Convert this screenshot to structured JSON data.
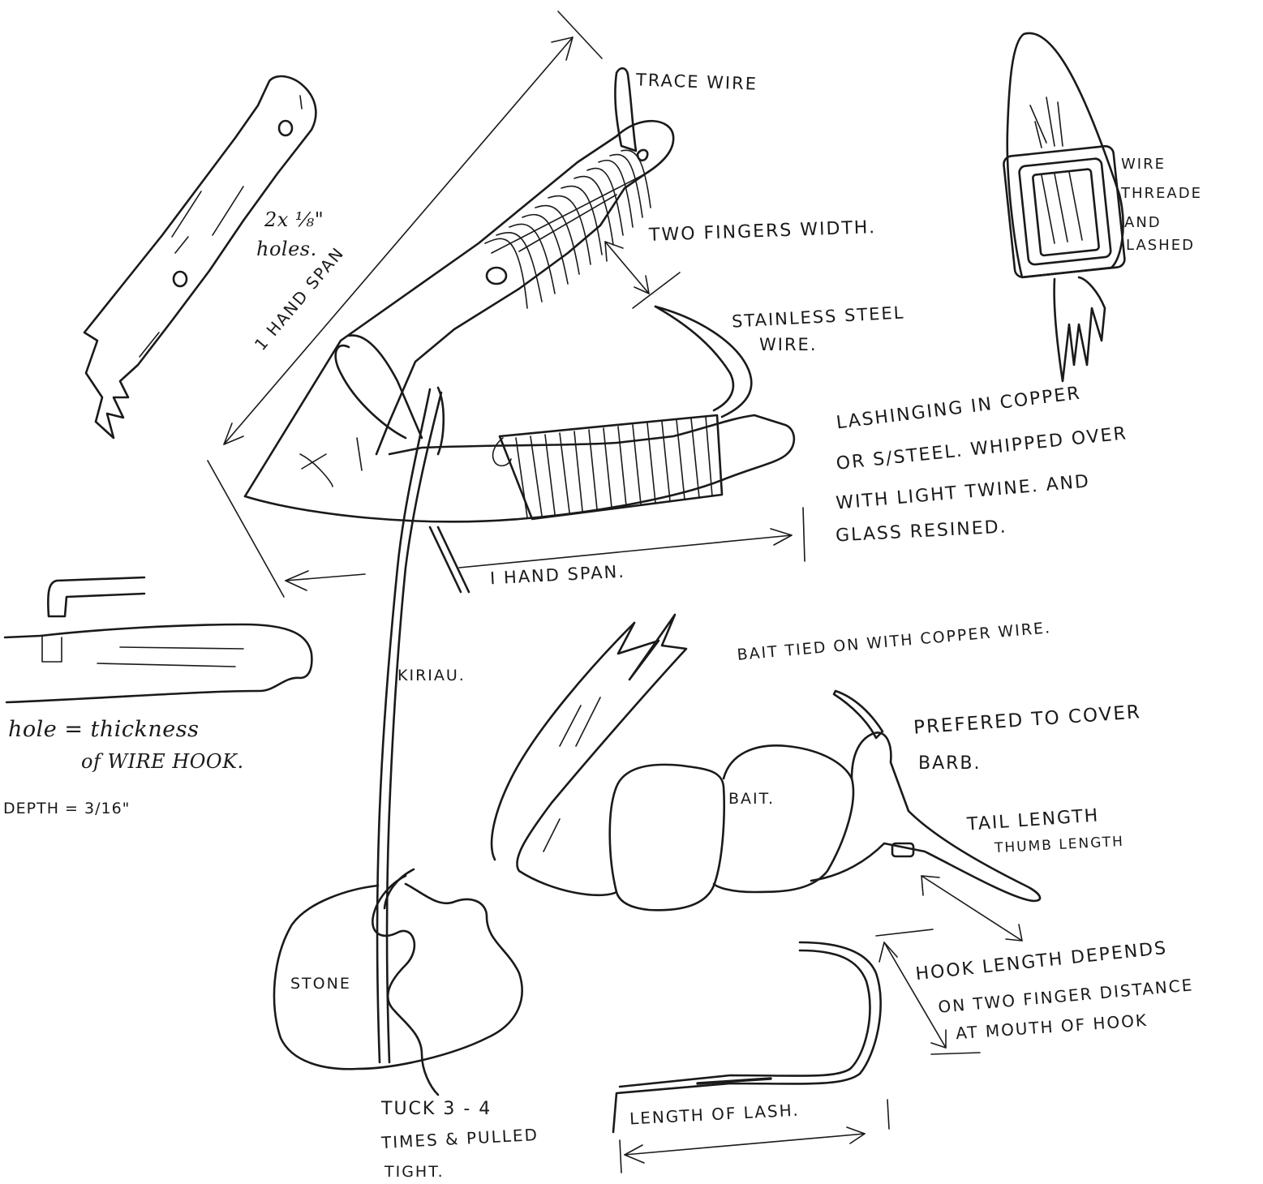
{
  "labels": {
    "trace_wire": "TRACE WIRE",
    "two_fingers_width": "TWO FINGERS WIDTH.",
    "stainless_steel_wire_1": "STAINLESS STEEL",
    "stainless_steel_wire_2": "WIRE.",
    "wire_threaded_1": "WIRE",
    "wire_threaded_2": "THREADE",
    "wire_threaded_3": "AND",
    "wire_threaded_4": "LASHED",
    "holes_1": "2x ⅛\"",
    "holes_2": "holes.",
    "hand_span_diagonal": "1 HAND SPAN",
    "lashing_1": "LASHINGING IN COPPER",
    "lashing_2": "OR S/STEEL. WHIPPED OVER",
    "lashing_3": "WITH LIGHT TWINE. AND",
    "lashing_4": "GLASS RESINED.",
    "hand_span_horizontal": "I HAND SPAN.",
    "hole_note_1": "hole = thickness",
    "hole_note_2": "of WIRE HOOK.",
    "depth": "DEPTH = 3/16\"",
    "kiriau": "KIRIAU.",
    "bait_tied": "BAIT TIED ON WITH COPPER WIRE.",
    "bait": "BAIT.",
    "prefered_1": "PREFERED TO COVER",
    "prefered_2": "BARB.",
    "tail_length_1": "TAIL LENGTH",
    "tail_length_2": "THUMB LENGTH",
    "hook_length_1": "HOOK LENGTH DEPENDS",
    "hook_length_2": "ON TWO FINGER DISTANCE",
    "hook_length_3": "AT MOUTH OF HOOK",
    "stone": "STONE",
    "tuck_1": "TUCK 3 - 4",
    "tuck_2": "TIMES & PULLED",
    "tuck_3": "TIGHT.",
    "length_of_lash": "LENGTH OF LASH."
  }
}
